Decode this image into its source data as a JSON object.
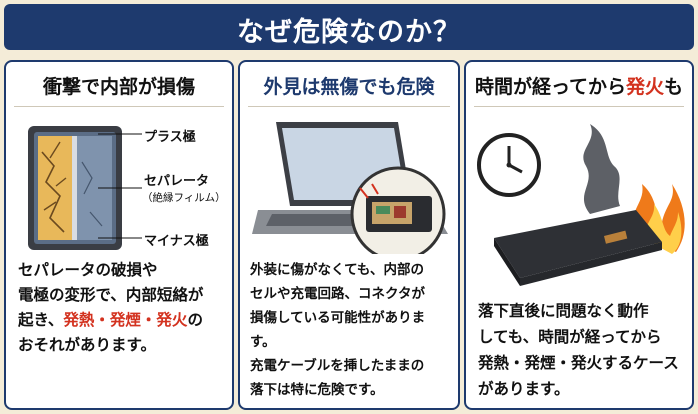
{
  "header": {
    "title": "なぜ危険なのか？"
  },
  "panels": [
    {
      "title": "衝撃で内部が損傷",
      "labels": {
        "plus": "プラス極",
        "separator": "セパレータ",
        "separator_sub": "（絶縁フィルム）",
        "minus": "マイナス極"
      },
      "text": {
        "line1": "セパレータの破損や",
        "line2": "電極の変形で、内部短絡が",
        "line3_prefix": "起き、",
        "line3_red": "発熱・発煙・発火",
        "line3_suffix": "の",
        "line4": "おそれがあります。"
      }
    },
    {
      "title": "外見は無傷でも危険",
      "text": {
        "line1": "外装に傷がなくても、内部の",
        "line2": "セルや充電回路、コネクタが",
        "line3": "損傷している可能性があります。",
        "line4": "充電ケーブルを挿したままの",
        "line5": "落下は特に危険です。"
      }
    },
    {
      "title_prefix": "時間が経ってから",
      "title_red": "発火",
      "title_suffix": "も",
      "text": {
        "line1": "落下直後に問題なく動作",
        "line2": "しても、時間が経ってから",
        "line3": "発熱・発煙・発火するケース",
        "line4": "があります。"
      }
    }
  ],
  "colors": {
    "navy": "#1e3a6e",
    "red": "#d3321f",
    "background": "#f4ecd8"
  }
}
